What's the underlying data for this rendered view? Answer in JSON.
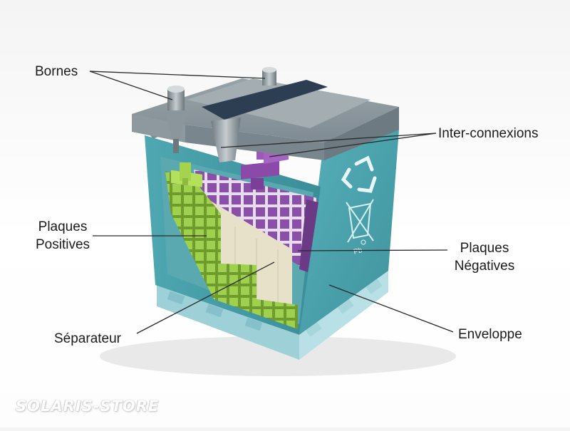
{
  "labels": {
    "bornes": "Bornes",
    "interconnexions": "Inter-connexions",
    "plaques_positives_1": "Plaques",
    "plaques_positives_2": "Positives",
    "plaques_negatives_1": "Plaques",
    "plaques_negatives_2": "Négatives",
    "separateur": "Séparateur",
    "enveloppe": "Enveloppe"
  },
  "watermark": "SOLARIS-STORE",
  "casing_marks": {
    "material": "Pb"
  },
  "icons": [
    "recycling-icon",
    "crossed-bin-icon"
  ],
  "colors": {
    "casing": "#4aa3ad",
    "lid": "#7d8990",
    "positive_plates": "#97c94a",
    "negative_plates": "#8a4fa6",
    "separator": "#e6dfc7",
    "base": "#9fd0d8",
    "leader_lines": "#2a2a2a"
  }
}
